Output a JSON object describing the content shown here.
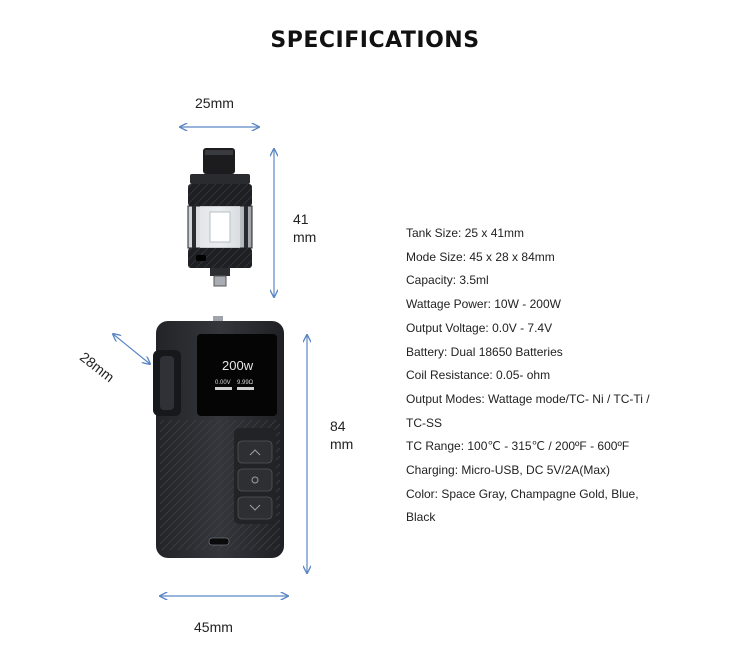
{
  "header": {
    "title": "SPECIFICATIONS"
  },
  "dimensions": {
    "tank_width": "25mm",
    "tank_height_value": "41",
    "tank_height_unit": "mm",
    "mod_depth": "28mm",
    "mod_height_value": "84",
    "mod_height_unit": "mm",
    "mod_width": "45mm"
  },
  "screen": {
    "power": "200w",
    "voltage": "0.00V",
    "resistance": "9.99Ω"
  },
  "specs": [
    "Tank Size: 25 x 41mm",
    "Mode Size: 45 x 28 x 84mm",
    "Capacity: 3.5ml",
    "Wattage Power: 10W - 200W",
    "Output Voltage: 0.0V - 7.4V",
    "Battery: Dual 18650 Batteries",
    "Coil Resistance: 0.05- ohm",
    "Output Modes: Wattage mode/TC- Ni / TC-Ti /",
    "TC-SS",
    "TC Range: 100℃ - 315℃ / 200ºF - 600ºF",
    "Charging: Micro-USB, DC 5V/2A(Max)",
    "Color: Space Gray, Champagne Gold, Blue,",
    "Black"
  ],
  "colors": {
    "dimension_line": "#5a86c4",
    "device_body": "#2b2d31",
    "screen": "#050505"
  }
}
